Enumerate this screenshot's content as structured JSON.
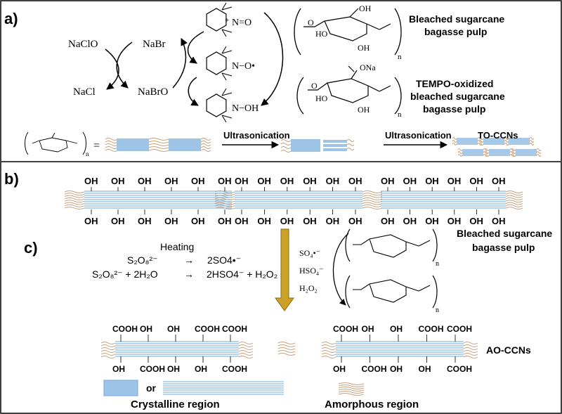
{
  "panels": {
    "a": "a)",
    "b": "b)",
    "c": "c)"
  },
  "panel_a": {
    "naclo": "NaClO",
    "nacl": "NaCl",
    "nabr": "NaBr",
    "nabro": "NaBrO",
    "tempo_top_n": "N=O",
    "tempo_top_plus": "+",
    "tempo_mid_n": "N−O•",
    "tempo_bot_n": "N−OH",
    "bleached_line1": "Bleached sugarcane",
    "bleached_line2": "bagasse pulp",
    "tempo_ox_line1": "TEMPO-oxidized",
    "tempo_ox_line2": "bleached sugarcane",
    "tempo_ox_line3": "bagasse pulp",
    "glucose_oh1": "OH",
    "glucose_ho": "HO",
    "glucose_oh2": "OH",
    "glucose_o": "O",
    "glucose_n": "n",
    "carboxylate_ona": "ONa",
    "carboxylate_o": "O",
    "carboxylate_ho": "HO",
    "carboxylate_oh": "OH",
    "carboxylate_n": "n",
    "small_unit_n": "n",
    "equals": "=",
    "ultrasonication1": "Ultrasonication",
    "ultrasonication2": "Ultrasonication",
    "to_ccns": "TO-CCNs"
  },
  "panel_b": {
    "oh": "OH",
    "oh_count_top": [
      6,
      6,
      6
    ],
    "oh_count_bottom": [
      6,
      6,
      6
    ]
  },
  "panel_c": {
    "heating": "Heating",
    "eq1_left": "S₂O₈²⁻",
    "eq1_arrow": "→",
    "eq1_right": "2SO4•⁻",
    "eq2_left": "S₂O₈²⁻ + 2H₂O",
    "eq2_arrow": "→",
    "eq2_right": "2HSO4⁻ + H₂O₂",
    "so4": "SO₄•⁻",
    "hso4": "HSO₄⁻",
    "h2o2": "H₂O₂",
    "bleached_line1": "Bleached sugarcane",
    "bleached_line2": "bagasse pulp",
    "fiber1_top": [
      "COOH",
      "OH",
      "OH",
      "COOH",
      "COOH"
    ],
    "fiber1_bottom": [
      "OH",
      "COOH",
      "OH",
      "OH",
      "COOH"
    ],
    "fiber2_top": [
      "COOH",
      "OH",
      "OH",
      "COOH",
      "COOH"
    ],
    "fiber2_bottom": [
      "OH",
      "COOH",
      "OH",
      "OH",
      "COOH"
    ],
    "ao_ccns": "AO-CCNs",
    "legend_or": "or",
    "crystalline": "Crystalline region",
    "amorphous": "Amorphous region"
  },
  "colors": {
    "crystal_fill": "#9DC3E6",
    "crystal_line": "#6FA8DC",
    "amorphous": "#C9A27E",
    "arrow_gold": "#C9A227",
    "arrow_gold_edge": "#8A6A10"
  }
}
